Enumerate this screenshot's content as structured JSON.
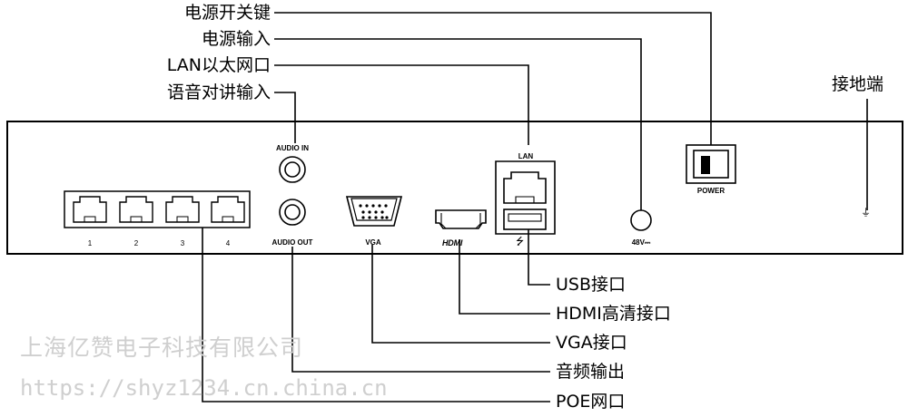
{
  "top_callouts": {
    "power_switch": "电源开关键",
    "power_input": "电源输入",
    "lan_port": "LAN以太网口",
    "audio_input": "语音对讲输入",
    "ground": "接地端"
  },
  "bottom_callouts": {
    "usb": "USB接口",
    "hdmi": "HDMI高清接口",
    "vga": "VGA接口",
    "audio_out": "音频输出",
    "poe": "POE网口"
  },
  "panel": {
    "audio_in": "AUDIO IN",
    "audio_out": "AUDIO OUT",
    "vga": "VGA",
    "hdmi": "HDMI",
    "lan": "LAN",
    "power": "POWER",
    "dc_in": "48V⎓",
    "usb_symbol": "⭍",
    "ground_symbol": "⏚",
    "poe_port_numbers": [
      "1",
      "2",
      "3",
      "4"
    ]
  },
  "watermark": {
    "company": "上海亿赞电子科技有限公司",
    "url": "https://shyz1234.cn.china.cn"
  }
}
